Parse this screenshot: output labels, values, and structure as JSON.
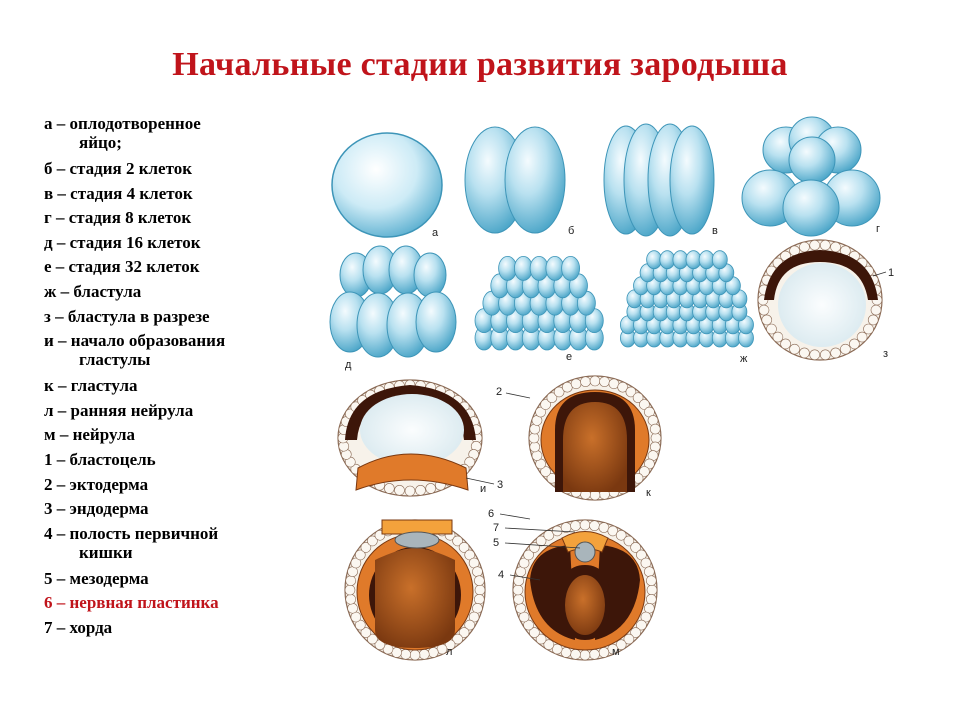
{
  "title": "Начальные стадии развития зародыша",
  "legend": [
    {
      "line1": "а – оплодотворенное",
      "line2": "яйцо;"
    },
    {
      "line1": "б – стадия 2 клеток"
    },
    {
      "line1": "в – стадия 4 клеток"
    },
    {
      "line1": "г – стадия 8 клеток"
    },
    {
      "line1": "д – стадия 16 клеток"
    },
    {
      "line1": "е – стадия 32 клеток"
    },
    {
      "line1": "ж – бластула"
    },
    {
      "line1": "з – бластула в разрезе"
    },
    {
      "line1": "и – начало образования",
      "line2": "гластулы"
    },
    {
      "line1": "к – гластула"
    },
    {
      "line1": "л – ранняя нейрула"
    },
    {
      "line1": "м – нейрула"
    },
    {
      "line1": "1 – бластоцель"
    },
    {
      "line1": "2 – эктодерма"
    },
    {
      "line1": "3 – эндодерма"
    },
    {
      "line1": "4 – полость первичной",
      "line2": "кишки"
    },
    {
      "line1": "5 – мезодерма"
    },
    {
      "line1": "6 – нервная пластинка",
      "accent": true
    },
    {
      "line1": "7 – хорда"
    }
  ],
  "figure_labels": {
    "a": "а",
    "b": "б",
    "v": "в",
    "g": "г",
    "d": "д",
    "e": "е",
    "zh": "ж",
    "z": "з",
    "i": "и",
    "k": "к",
    "l": "л",
    "m": "м",
    "n1": "1",
    "n2": "2",
    "n3": "3",
    "n4": "4",
    "n5": "5",
    "n6": "6",
    "n7": "7"
  },
  "colors": {
    "title": "#c0141b",
    "accent_text": "#c0141b",
    "cell_blue": "#7fc4de",
    "cell_light": "#e9f6fb",
    "ectoderm": "#e07a2a",
    "endoderm": "#b55a1f",
    "cavity": "#3d1609"
  }
}
